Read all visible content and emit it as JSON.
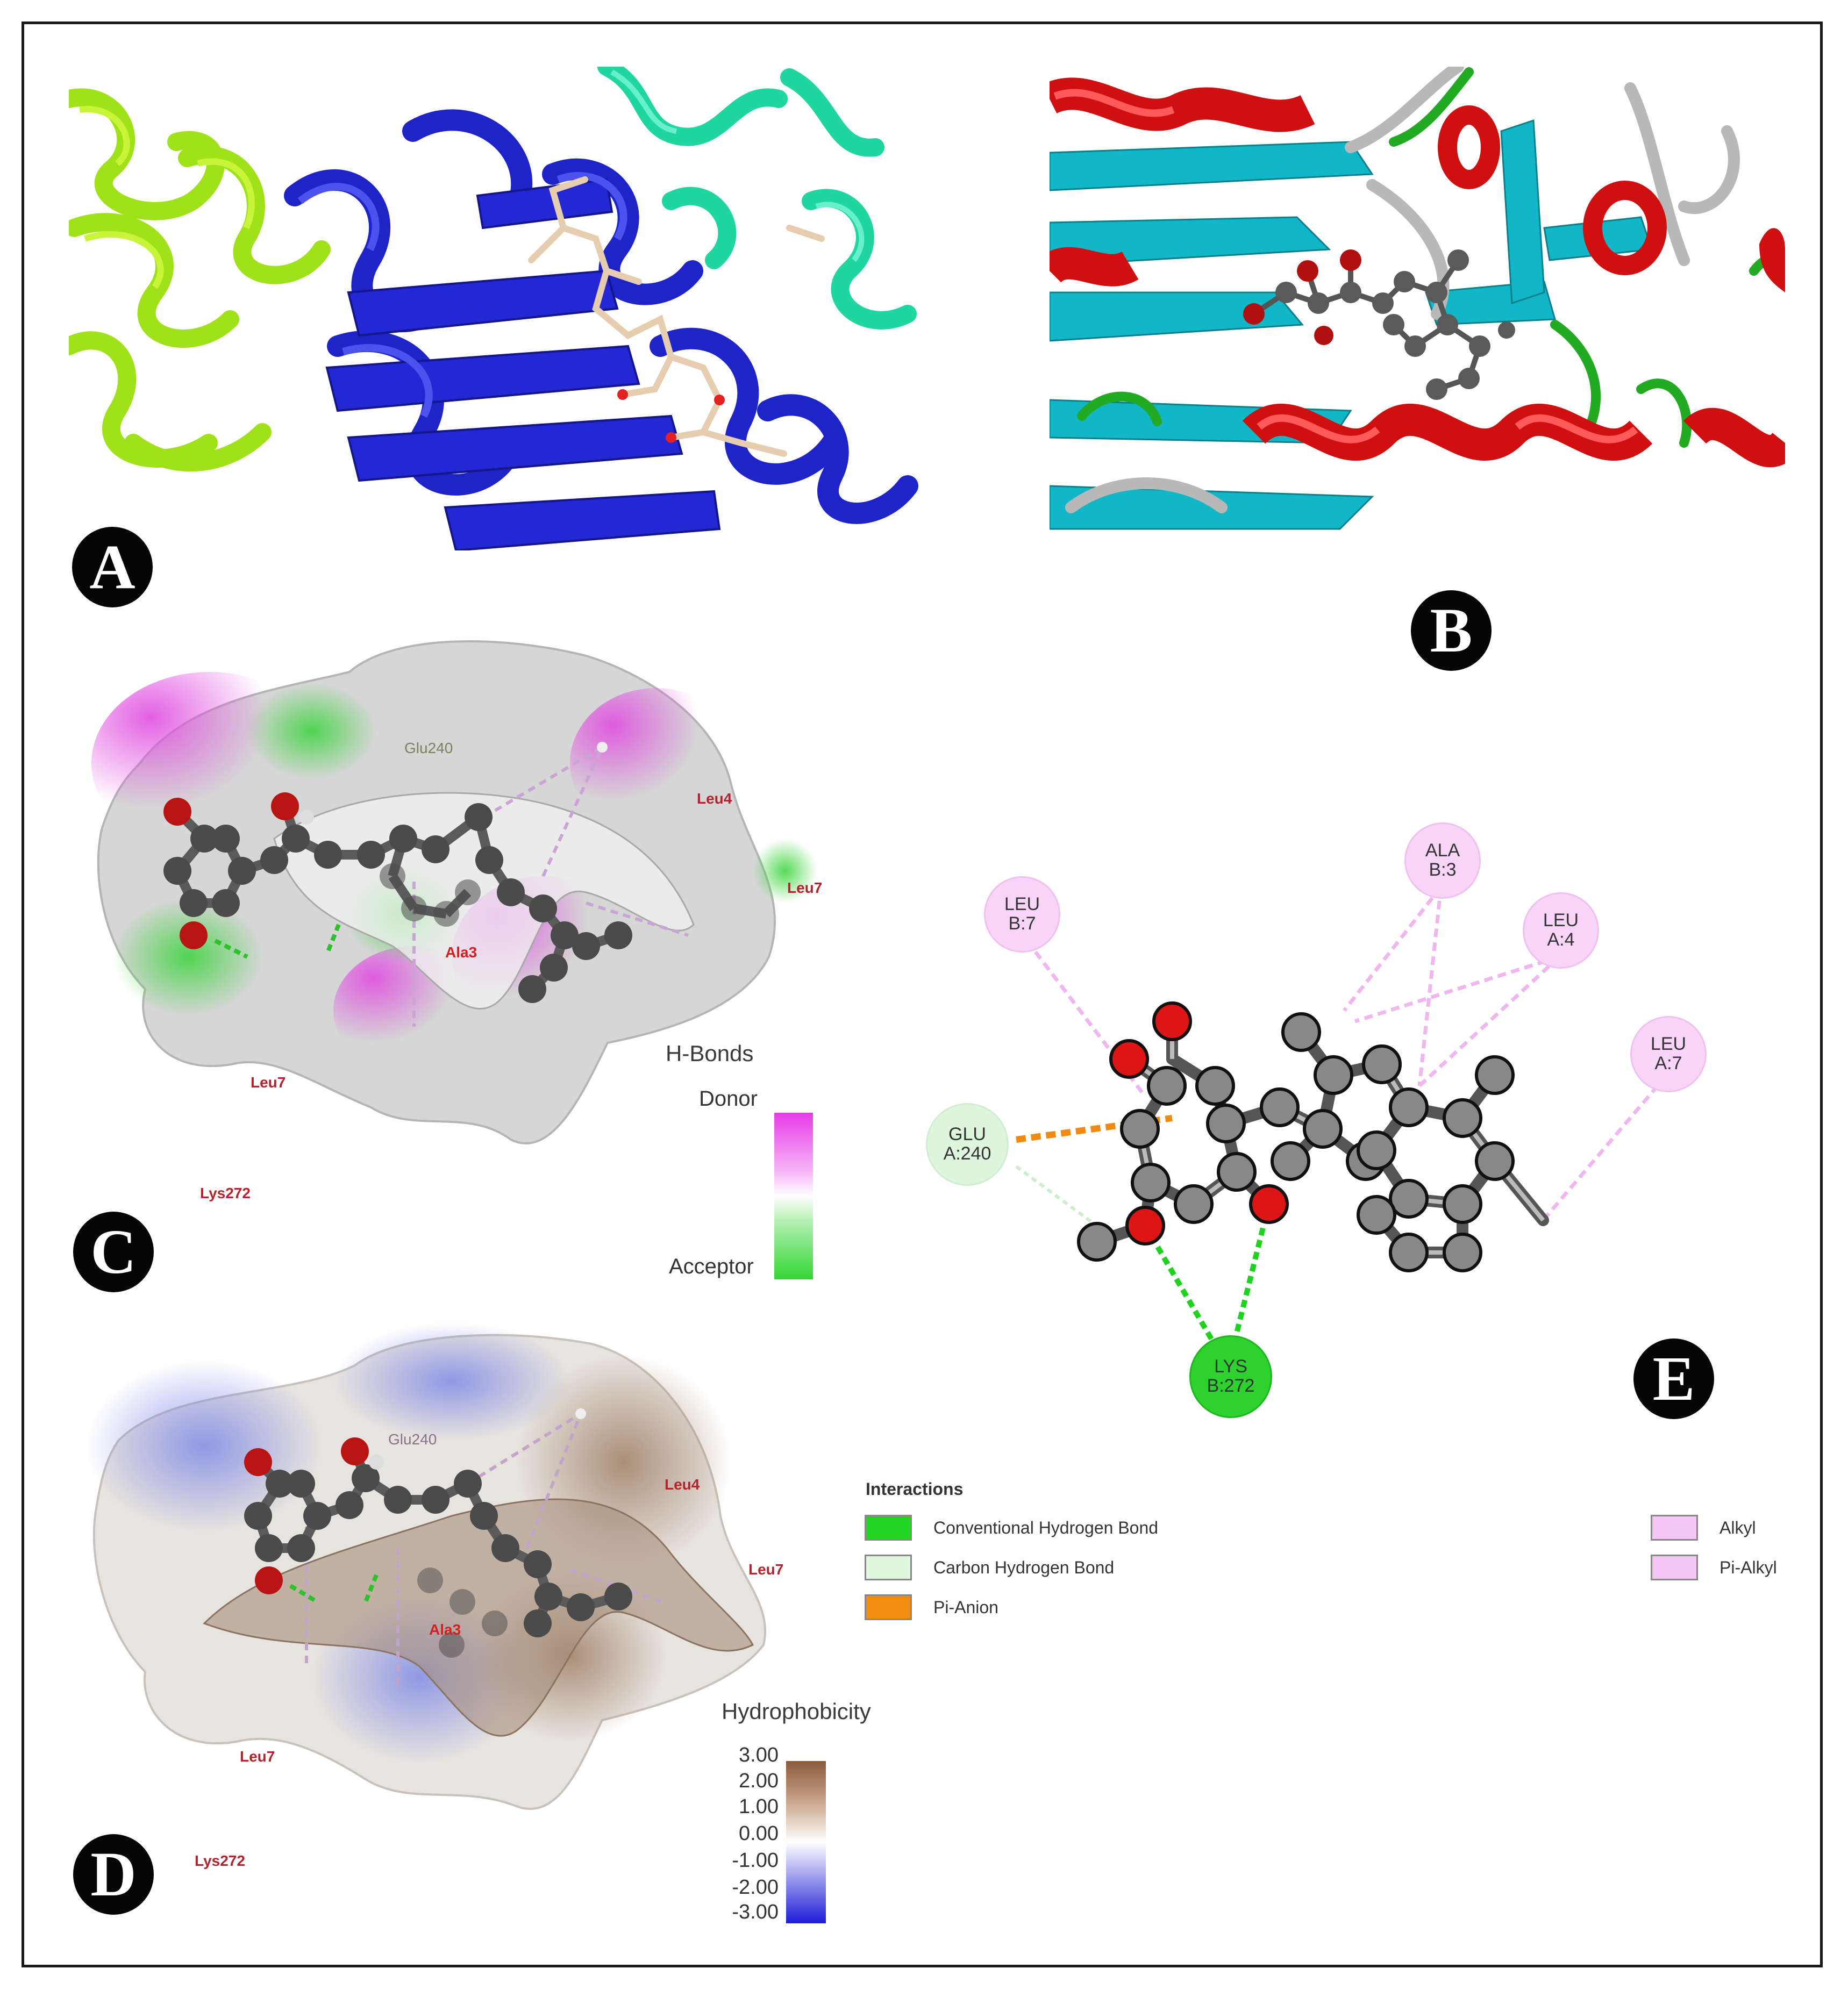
{
  "panel_labels": {
    "a": "A",
    "b": "B",
    "c": "C",
    "d": "D",
    "e": "E"
  },
  "panel_c": {
    "residues": {
      "glu240": "Glu240",
      "leu4": "Leu4",
      "leu7_right": "Leu7",
      "ala3": "Ala3",
      "leu7_bottom": "Leu7",
      "lys272": "Lys272"
    },
    "legend": {
      "title": "H-Bonds",
      "top": "Donor",
      "bottom": "Acceptor",
      "color_top": "#e83be8",
      "color_bottom": "#33d633"
    }
  },
  "panel_d": {
    "residues": {
      "glu240": "Glu240",
      "leu4": "Leu4",
      "leu7_right": "Leu7",
      "ala3": "Ala3",
      "leu7_bottom": "Leu7",
      "lys272": "Lys272"
    },
    "legend": {
      "title": "Hydrophobicity",
      "ticks": [
        "3.00",
        "2.00",
        "1.00",
        "0.00",
        "-1.00",
        "-2.00",
        "-3.00"
      ],
      "color_top": "#8b5a3c",
      "color_bottom": "#1c1cd8"
    }
  },
  "panel_e": {
    "residues": {
      "leu_b7": [
        "LEU",
        "B:7"
      ],
      "ala_b3": [
        "ALA",
        "B:3"
      ],
      "leu_a4": [
        "LEU",
        "A:4"
      ],
      "leu_a7": [
        "LEU",
        "A:7"
      ],
      "glu_a240": [
        "GLU",
        "A:240"
      ],
      "lys_b272": [
        "LYS",
        "B:272"
      ]
    }
  },
  "interactions": {
    "title": "Interactions",
    "items": [
      {
        "label": "Conventional Hydrogen Bond",
        "color": "#21d521"
      },
      {
        "label": "Carbon Hydrogen Bond",
        "color": "#dff7df"
      },
      {
        "label": "Pi-Anion",
        "color": "#f38c10"
      },
      {
        "label": "Alkyl",
        "color": "#f6c7f6"
      },
      {
        "label": "Pi-Alkyl",
        "color": "#f6c7f6"
      }
    ]
  }
}
